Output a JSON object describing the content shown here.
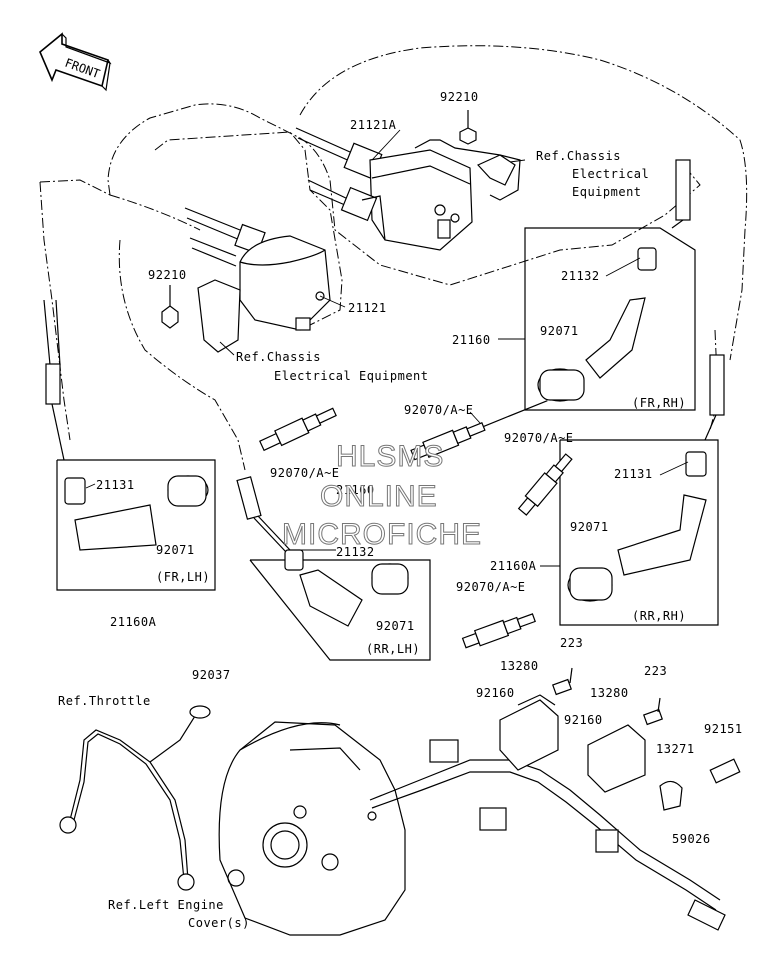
{
  "diagram": {
    "front_arrow_label": "FRONT",
    "watermark": [
      "HLSMS",
      "ONLINE",
      "MICROFICHE"
    ],
    "labels": {
      "p92210_top": "92210",
      "p21121A": "21121A",
      "ref_chassis_top": "Ref.Chassis",
      "electrical_top": "Electrical",
      "equipment_top": "Equipment",
      "p92210_left": "92210",
      "p21121": "21121",
      "ref_chassis_left": "Ref.Chassis",
      "electrical_equipment": "Electrical Equipment",
      "p21132_rh": "21132",
      "p21160_rh": "21160",
      "p92071_frrh": "92071",
      "fr_rh": "(FR,RH)",
      "p92070_c": "92070/A~E",
      "p92070_r": "92070/A~E",
      "p92070_l": "92070/A~E",
      "p21160_c": "21160",
      "p21131_l": "21131",
      "p92071_frlh": "92071",
      "fr_lh": "(FR,LH)",
      "p21160A_l": "21160A",
      "p21132_c": "21132",
      "p92071_rrlh": "92071",
      "rr_lh": "(RR,LH)",
      "p21131_r": "21131",
      "p92071_rrrh": "92071",
      "p21160A_r": "21160A",
      "rr_rh": "(RR,RH)",
      "p92070_low": "92070/A~E",
      "p223_a": "223",
      "p13280_a": "13280",
      "p223_b": "223",
      "p13280_b": "13280",
      "p92160_a": "92160",
      "p92160_b": "92160",
      "p92151": "92151",
      "p13271": "13271",
      "p59026": "59026",
      "p92037": "92037",
      "ref_throttle": "Ref.Throttle",
      "ref_left_engine": "Ref.Left Engine",
      "cover_s": "Cover(s)"
    }
  }
}
